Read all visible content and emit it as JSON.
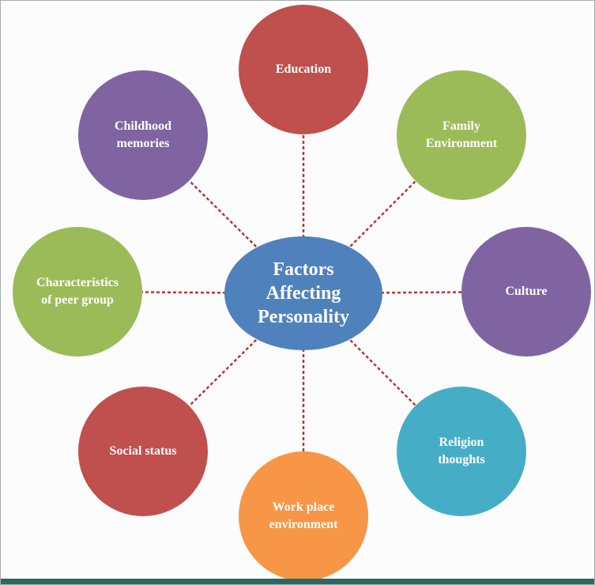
{
  "background_color": "#fcfcfd",
  "footer_bar_color": "#2a6963",
  "connectors": {
    "color": "#b03a38",
    "style": "dashed"
  },
  "center": {
    "lines": [
      "Factors",
      "Affecting",
      "Personality"
    ],
    "color": "#4f81bd",
    "text_color": "#ffffff"
  },
  "nodes": [
    {
      "id": "education",
      "lines": [
        "Education"
      ],
      "color": "#c0504d"
    },
    {
      "id": "family-environment",
      "lines": [
        "Family",
        "Environment"
      ],
      "color": "#9bbb59"
    },
    {
      "id": "culture",
      "lines": [
        "Culture"
      ],
      "color": "#8064a2"
    },
    {
      "id": "religion-thoughts",
      "lines": [
        "Religion",
        "thoughts"
      ],
      "color": "#45aec6"
    },
    {
      "id": "work-place-environment",
      "lines": [
        "Work place",
        "environment"
      ],
      "color": "#f79646"
    },
    {
      "id": "social-status",
      "lines": [
        "Social status"
      ],
      "color": "#c0504d"
    },
    {
      "id": "characteristics-of-peer-group",
      "lines": [
        "Characteristics",
        "of peer group"
      ],
      "color": "#9bbb59"
    },
    {
      "id": "childhood-memories",
      "lines": [
        "Childhood",
        "memories"
      ],
      "color": "#8064a2"
    }
  ]
}
